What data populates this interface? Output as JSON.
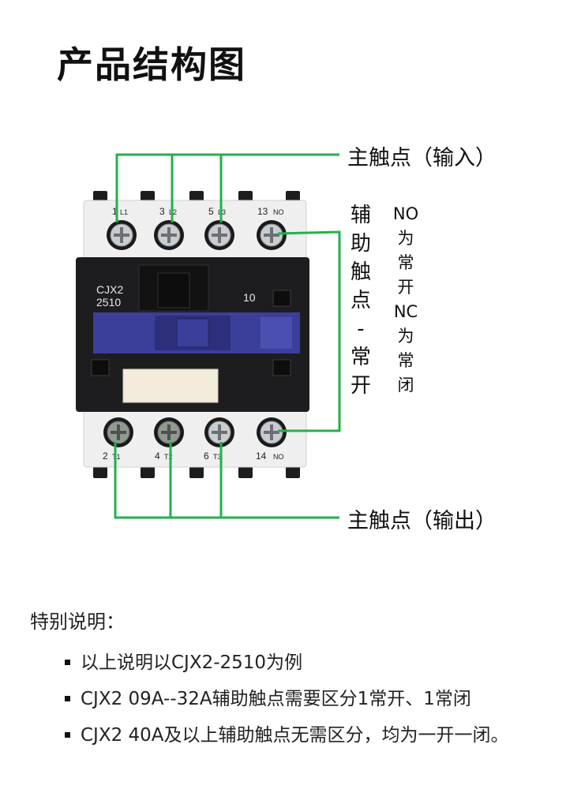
{
  "title": "产品结构图",
  "product": {
    "model_line1": "CJX2",
    "model_line2": "2510",
    "aux_code": "10",
    "top_terminals": [
      {
        "num": "1",
        "sub": "L1"
      },
      {
        "num": "3",
        "sub": "L2"
      },
      {
        "num": "5",
        "sub": "L3"
      },
      {
        "num": "13",
        "sub": "NO"
      }
    ],
    "bottom_terminals": [
      {
        "num": "2",
        "sub": "T1"
      },
      {
        "num": "4",
        "sub": "T2"
      },
      {
        "num": "6",
        "sub": "T3"
      },
      {
        "num": "14",
        "sub": "NO"
      }
    ]
  },
  "labels": {
    "main_input": "主触点（输入）",
    "main_output": "主触点（输出）",
    "aux_vertical": [
      "辅",
      "助",
      "触",
      "点",
      "-",
      "常",
      "开"
    ],
    "no_nc_vertical": [
      "NO",
      "为",
      "常",
      "开",
      "NC",
      "为",
      "常",
      "闭"
    ]
  },
  "notes": {
    "heading": "特别说明：",
    "items": [
      "以上说明以CJX2-2510为例",
      "CJX2 09A--32A辅助触点需要区分1常开、1常闭",
      "CJX2 40A及以上辅助触点无需区分，均为一开一闭。"
    ]
  },
  "colors": {
    "line_green": "#22b14c",
    "body_dark": "#1d1d1f",
    "body_light": "#efefef",
    "window_blue": "#3b3f9a"
  }
}
